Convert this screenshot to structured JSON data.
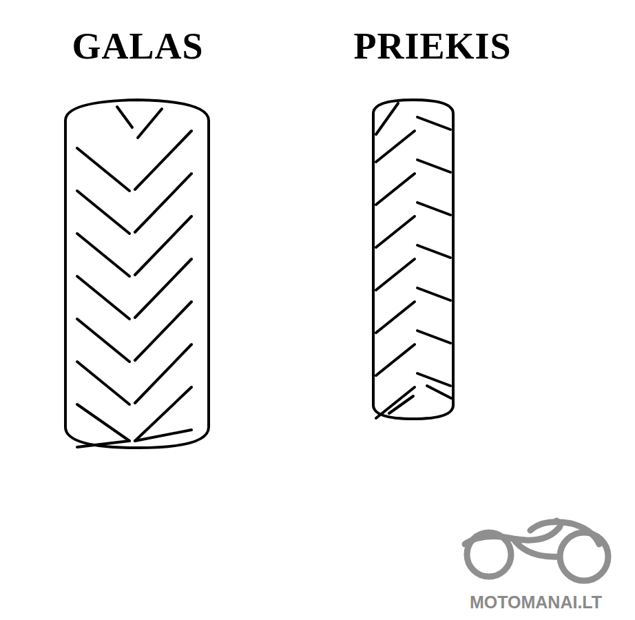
{
  "diagram": {
    "labels": [
      "GALAS",
      "PRIEKIS",
      "MOTOMANAI.LT"
    ]
  }
}
